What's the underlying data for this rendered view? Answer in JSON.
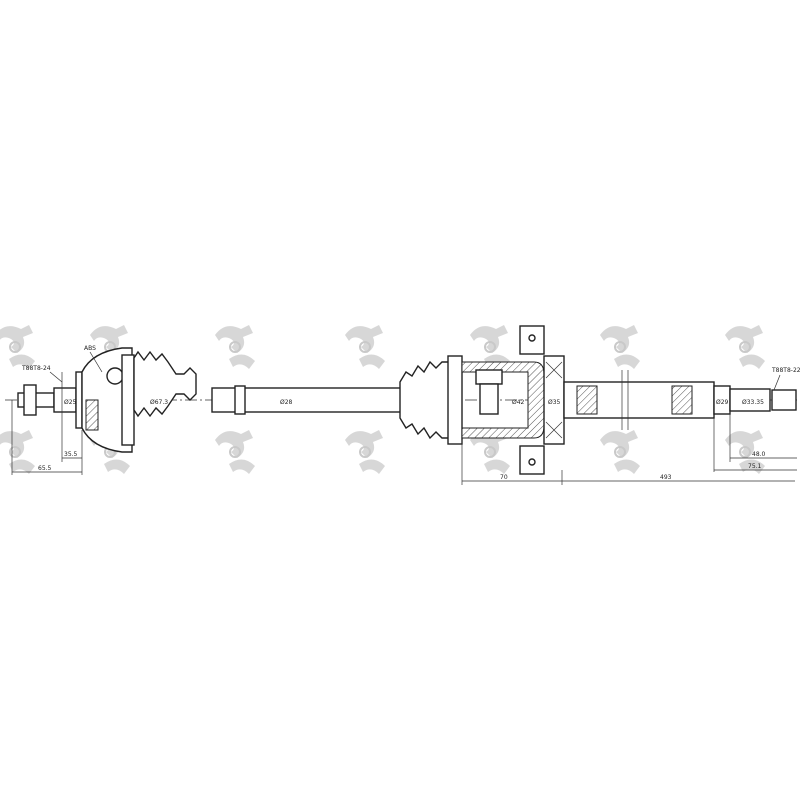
{
  "drawing": {
    "title": "Drive shaft technical drawing",
    "labels": {
      "abs_ring": "ABS",
      "outer_thread": "T88T8-24",
      "inner_thread": "T88T8-22"
    },
    "dimensions": {
      "outer_stub_dia": "Ø25",
      "outer_cv_dia": "Ø67.3",
      "shaft_dia": "Ø28",
      "inner_cup_dia": "Ø42",
      "bearing_dia": "Ø35",
      "inner_spline_dia": "Ø29",
      "inner_stub_dia": "Ø33.35",
      "outer_len_short": "35.5",
      "outer_len_long": "65.5",
      "inner_len_short": "48.0",
      "inner_len_long": "75.1",
      "inner_section_len": "70",
      "right_section_len": "493"
    }
  }
}
